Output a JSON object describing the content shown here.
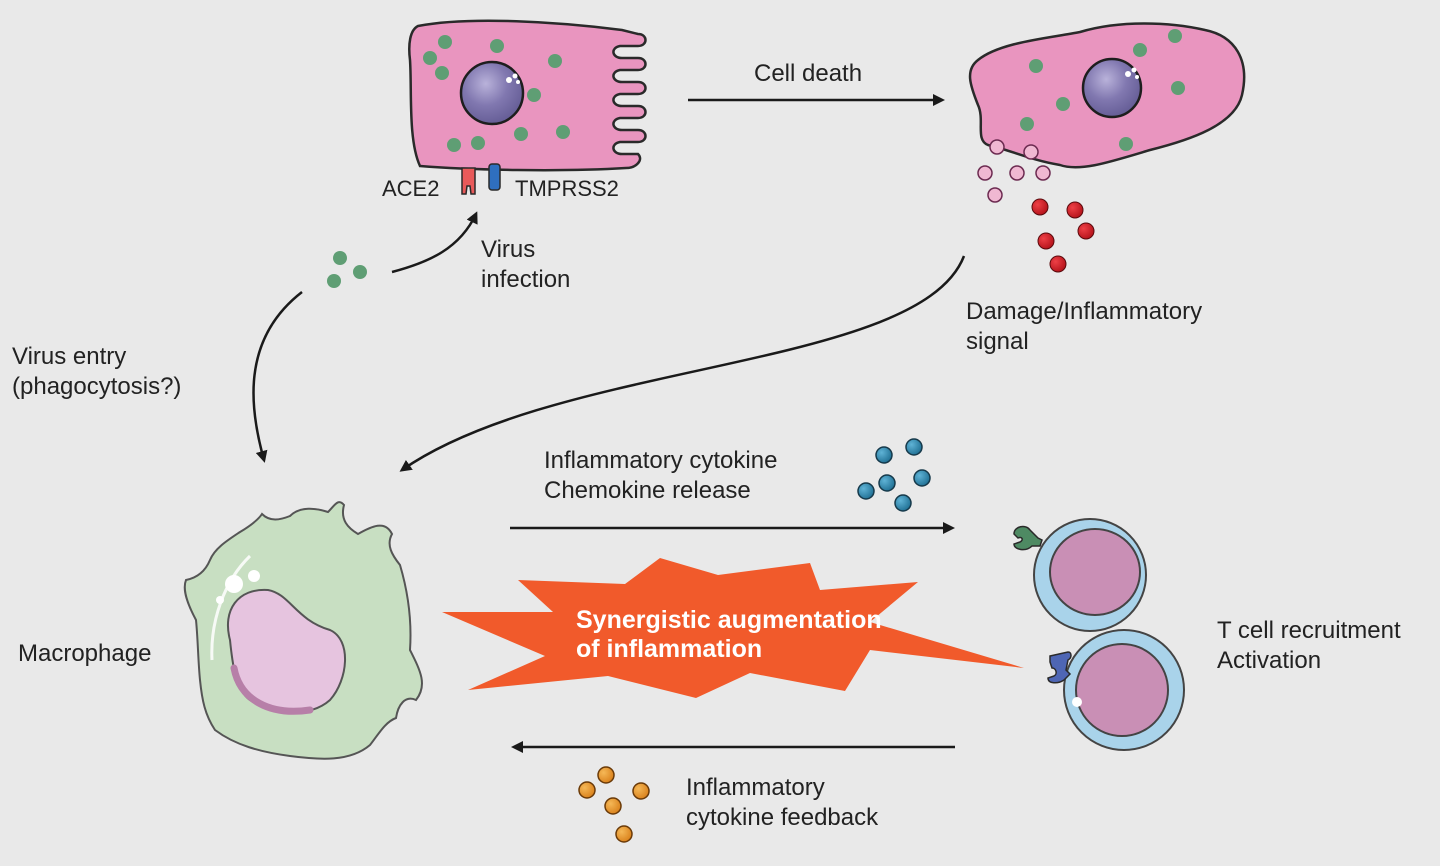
{
  "figure": {
    "title": "SARS-CoV-2 infection driven inflammation cascade",
    "colors": {
      "background": "#e9e9e9",
      "epithelial_cell": "#e995bf",
      "nucleus": "#7f76ab",
      "virus": "#5f9e74",
      "damage_signal_pink": "#f0b8d2",
      "damage_signal_red": "#d01c24",
      "cytokine_blue": "#2f88b0",
      "cytokine_orange": "#e89a2a",
      "macrophage": "#c8dfc2",
      "macrophage_nucleus": "#e6c4df",
      "t_cell": "#a9d3ea",
      "t_cell_nucleus": "#c98fb5",
      "burst": "#f15a2b",
      "receptor_green": "#4e8a63",
      "receptor_blue": "#4e66b4"
    },
    "nodes": {
      "infected_cell": {
        "receptor_left": "ACE2",
        "receptor_right": "TMPRSS2"
      },
      "dying_cell": {
        "label_line1": "Damage/Inflammatory",
        "label_line2": "signal"
      },
      "macrophage": {
        "label": "Macrophage"
      },
      "t_cells": {
        "label_line1": "T cell recruitment",
        "label_line2": "Activation"
      }
    },
    "edges": {
      "cell_death": {
        "label": "Cell death"
      },
      "virus_infection": {
        "label_line1": "Virus",
        "label_line2": "infection"
      },
      "virus_entry": {
        "label_line1": "Virus entry",
        "label_line2": "(phagocytosis?)"
      },
      "cytokine_release": {
        "label_line1": "Inflammatory cytokine",
        "label_line2": "Chemokine release"
      },
      "cytokine_feedback": {
        "label_line1": "Inflammatory",
        "label_line2": "cytokine feedback"
      }
    },
    "burst": {
      "line1": "Synergistic augmentation",
      "line2": "of inflammation"
    }
  }
}
